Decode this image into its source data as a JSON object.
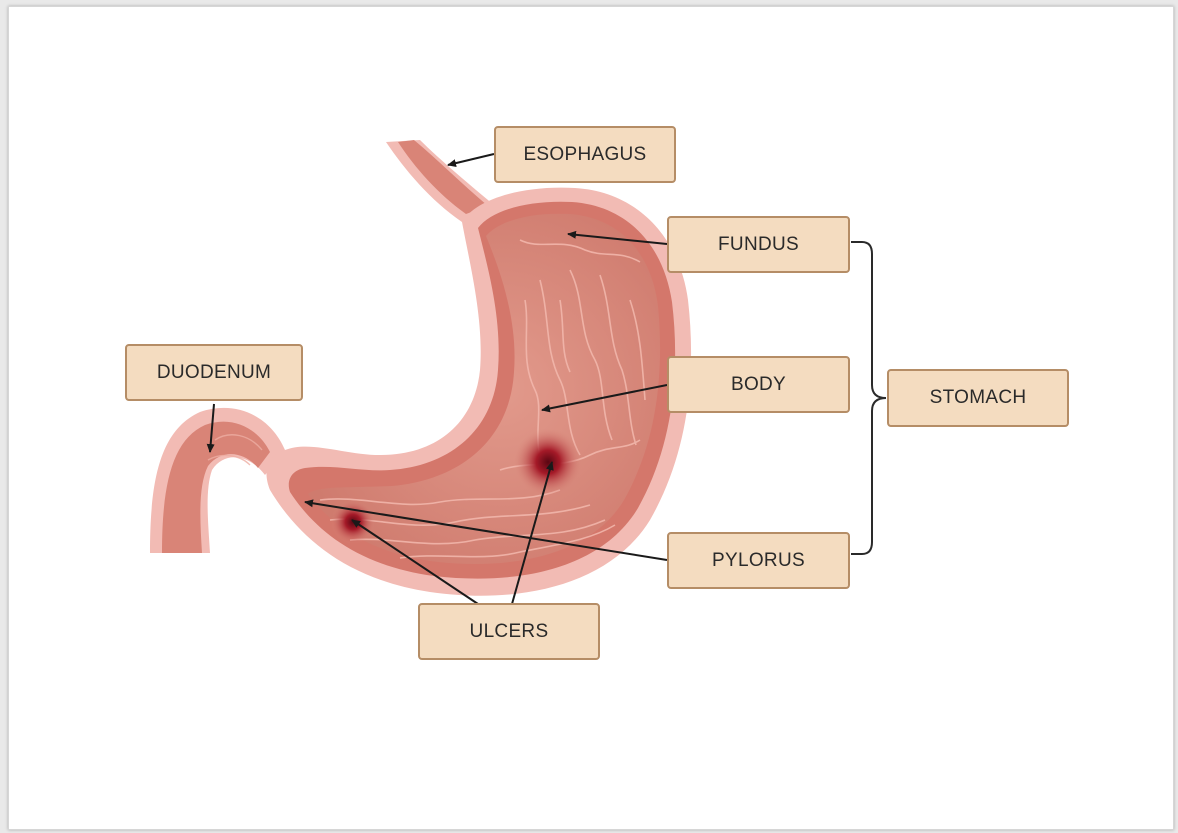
{
  "labels": {
    "esophagus": "ESOPHAGUS",
    "fundus": "FUNDUS",
    "body": "BODY",
    "pylorus": "PYLORUS",
    "stomach": "STOMACH",
    "duodenum": "DUODENUM",
    "ulcers": "ULCERS"
  },
  "colors": {
    "label_fill": "#f4dcc0",
    "label_border": "#b58d66",
    "tissue_outer": "#f0b3ad",
    "tissue_wall": "#d57a70",
    "mucosa": "#d9887b",
    "ulcer": "#9a1020"
  }
}
